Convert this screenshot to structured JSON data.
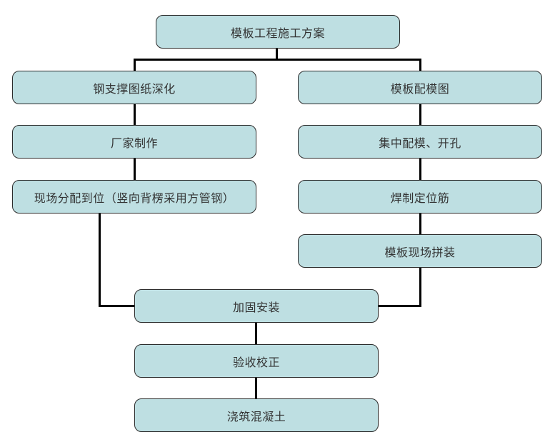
{
  "diagram": {
    "type": "flowchart",
    "colors": {
      "background": "#ffffff",
      "node_fill": "#bedfe2",
      "node_border": "#2b2b2b",
      "connector": "#000000",
      "text": "#333333"
    }
  },
  "nodes": {
    "root": {
      "label": "模板工程施工方案"
    },
    "l1": {
      "label": "钢支撑图纸深化"
    },
    "l2": {
      "label": "厂家制作"
    },
    "l3": {
      "label": "现场分配到位（竖向背楞采用方管钢）"
    },
    "r1": {
      "label": "模板配模图"
    },
    "r2": {
      "label": "集中配模、开孔"
    },
    "r3": {
      "label": "焊制定位筋"
    },
    "r4": {
      "label": "模板现场拼装"
    },
    "m1": {
      "label": "加固安装"
    },
    "m2": {
      "label": "验收校正"
    },
    "m3": {
      "label": "浇筑混凝土"
    }
  },
  "edges": [
    {
      "from": "root",
      "to": "l1"
    },
    {
      "from": "root",
      "to": "r1"
    },
    {
      "from": "l1",
      "to": "l2"
    },
    {
      "from": "l2",
      "to": "l3"
    },
    {
      "from": "l3",
      "to": "m1"
    },
    {
      "from": "r1",
      "to": "r2"
    },
    {
      "from": "r2",
      "to": "r3"
    },
    {
      "from": "r3",
      "to": "r4"
    },
    {
      "from": "r4",
      "to": "m1"
    },
    {
      "from": "m1",
      "to": "m2"
    },
    {
      "from": "m2",
      "to": "m3"
    }
  ]
}
